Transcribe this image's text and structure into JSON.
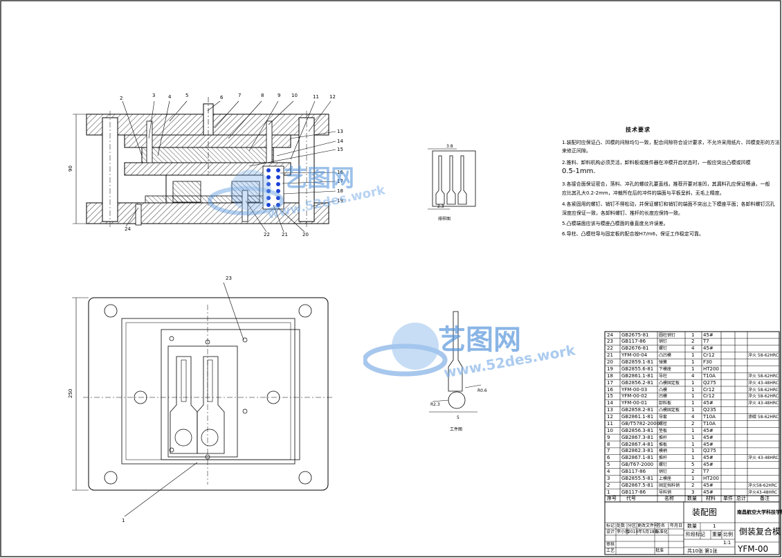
{
  "drawing": {
    "part_numbers_top": [
      "2",
      "3",
      "4",
      "5",
      "6",
      "7",
      "8",
      "9",
      "10",
      "11",
      "12"
    ],
    "part_numbers_right": [
      "13",
      "14",
      "15",
      "16",
      "17",
      "18",
      "19"
    ],
    "part_numbers_bottom": [
      "24",
      "22",
      "21",
      "20"
    ],
    "dimension_height": "90",
    "plan_callout_top": "23",
    "plan_callout_bottom": "1",
    "plan_dimension": "250",
    "strip_dims": [
      "3.8",
      "2.3"
    ],
    "strip_label": "排样图",
    "workpiece_dims": [
      "R2.3",
      "R0.6",
      "5"
    ],
    "workpiece_label": "工件图"
  },
  "technical_requirements": {
    "title": "技术要求",
    "lines": [
      "1.装配时应保证凸、凹模的间隙均匀一致，配合间隙符合设计要求，不允许采用纸片、凹模变形的方法",
      "来修正间隙。",
      "2.推料、卸料机构必须灵活，卸料板或推件器在冲模开启状态时，一般应突出凸模或凹模",
      "0.5-1mm.",
      "3.各接合面保证密合，落料、冲孔的螺纹孔要直线，推荐开要对准凹，其漏料孔应保证畅通，一般",
      "应比其孔大0.2-2mm，冲裁所在后的冲件的端面与平板呈斜，无毛上精度。",
      "4.各紧固用的螺钉、销钉不得松动，并保证螺钉和销钉的端面不突出上下模座平面；各卸料螺钉沉孔",
      "深度应保证一致，各卸料螺钉、推杆的长度应保持一致。",
      "5.凸模端面应该与模座凸模面的垂直度允许误差。",
      "6.导柱、凸模柱导与固定板的配合按H7/m6，保证工作稳定可靠。"
    ]
  },
  "bom": {
    "rows": [
      {
        "no": "24",
        "code": "GB2675-81",
        "name": "圆柱销钉",
        "qty": "1",
        "mat": "45#",
        "note": ""
      },
      {
        "no": "23",
        "code": "GB117-86",
        "name": "销钉",
        "qty": "2",
        "mat": "T7",
        "note": ""
      },
      {
        "no": "22",
        "code": "GB2676-81",
        "name": "螺钉",
        "qty": "4",
        "mat": "45#",
        "note": ""
      },
      {
        "no": "21",
        "code": "YFM-00-04",
        "name": "凸凹模",
        "qty": "1",
        "mat": "Cr12",
        "note": "淬火 58-62HRC"
      },
      {
        "no": "20",
        "code": "GB2859.1-81",
        "name": "弹簧",
        "qty": "1",
        "mat": "F30",
        "note": ""
      },
      {
        "no": "19",
        "code": "GB2855.6-81",
        "name": "下模座",
        "qty": "1",
        "mat": "HT200",
        "note": ""
      },
      {
        "no": "18",
        "code": "GB2861.1-81",
        "name": "导柱",
        "qty": "4",
        "mat": "T10A",
        "note": "淬火 58-62HRC"
      },
      {
        "no": "17",
        "code": "GB2856.2-81",
        "name": "凸模固定板",
        "qty": "1",
        "mat": "Q275",
        "note": "淬火 43-48HRC"
      },
      {
        "no": "16",
        "code": "YFM-00-03",
        "name": "凸模",
        "qty": "1",
        "mat": "Cr12",
        "note": "淬火 58-62HRC"
      },
      {
        "no": "15",
        "code": "YFM-00-02",
        "name": "凹模",
        "qty": "1",
        "mat": "Cr12",
        "note": "淬火 58-62HRC"
      },
      {
        "no": "14",
        "code": "YFM-00-01",
        "name": "卸料板",
        "qty": "1",
        "mat": "45#",
        "note": "淬火 43-48HRC"
      },
      {
        "no": "13",
        "code": "GB2858.2-81",
        "name": "凸模固定板",
        "qty": "1",
        "mat": "Q235",
        "note": ""
      },
      {
        "no": "12",
        "code": "GB2861.1-81",
        "name": "导套",
        "qty": "4",
        "mat": "T10A",
        "note": "渗碳 58-62HRC"
      },
      {
        "no": "11",
        "code": "GB/T5782-2000",
        "name": "螺栓",
        "qty": "2",
        "mat": "T10A",
        "note": ""
      },
      {
        "no": "10",
        "code": "GB2856.3-81",
        "name": "垫板",
        "qty": "1",
        "mat": "45#",
        "note": ""
      },
      {
        "no": "9",
        "code": "GB2867.3-81",
        "name": "推杆",
        "qty": "1",
        "mat": "45#",
        "note": ""
      },
      {
        "no": "8",
        "code": "GB2867.4-81",
        "name": "推板",
        "qty": "1",
        "mat": "45#",
        "note": ""
      },
      {
        "no": "7",
        "code": "GB2862.3-81",
        "name": "模柄",
        "qty": "1",
        "mat": "Q275",
        "note": ""
      },
      {
        "no": "6",
        "code": "GB2867.1-81",
        "name": "推杆",
        "qty": "1",
        "mat": "45#",
        "note": "淬火 43-48HRC"
      },
      {
        "no": "5",
        "code": "GB/T67-2000",
        "name": "螺钉",
        "qty": "5",
        "mat": "45#",
        "note": ""
      },
      {
        "no": "4",
        "code": "GB117-86",
        "name": "销钉",
        "qty": "2",
        "mat": "T7",
        "note": ""
      },
      {
        "no": "3",
        "code": "GB2855.5-81",
        "name": "上模座",
        "qty": "1",
        "mat": "HT200",
        "note": ""
      },
      {
        "no": "2",
        "code": "GB2867.5-81",
        "name": "固定挡料销",
        "qty": "2",
        "mat": "45#",
        "note": "淬火58-62HRC"
      },
      {
        "no": "1",
        "code": "GB117-86",
        "name": "导料销",
        "qty": "3",
        "mat": "45#",
        "note": "淬火43-48HRC"
      }
    ],
    "header": {
      "no": "序号",
      "code": "代号",
      "name": "名称",
      "qty": "数量",
      "mat": "材料",
      "weight1": "单件",
      "weight2": "总计",
      "note": "备注"
    },
    "title_block": {
      "drawing_name": "装配图",
      "school": "南昌航空大学科技学院",
      "mold_name": "倒装复合模",
      "code": "YFM-00",
      "qty_label": "数量",
      "qty_value": "1",
      "stage_label": "阶段标记",
      "weight_label": "重量",
      "scale_label": "比例",
      "scale_value": "1:1",
      "sheet_info": "共10张 第1张",
      "row_labels": [
        "标记",
        "处数",
        "分区",
        "更改文件号",
        "签名",
        "年月日"
      ],
      "design_label": "设计",
      "design_name": "李小朋",
      "date": "2010年5月18日",
      "std_label": "标准化",
      "check_label": "审核",
      "craft_label": "工艺",
      "approve_label": "批准"
    }
  },
  "watermark": {
    "brand": "艺图网",
    "url": "www.52des.work"
  }
}
